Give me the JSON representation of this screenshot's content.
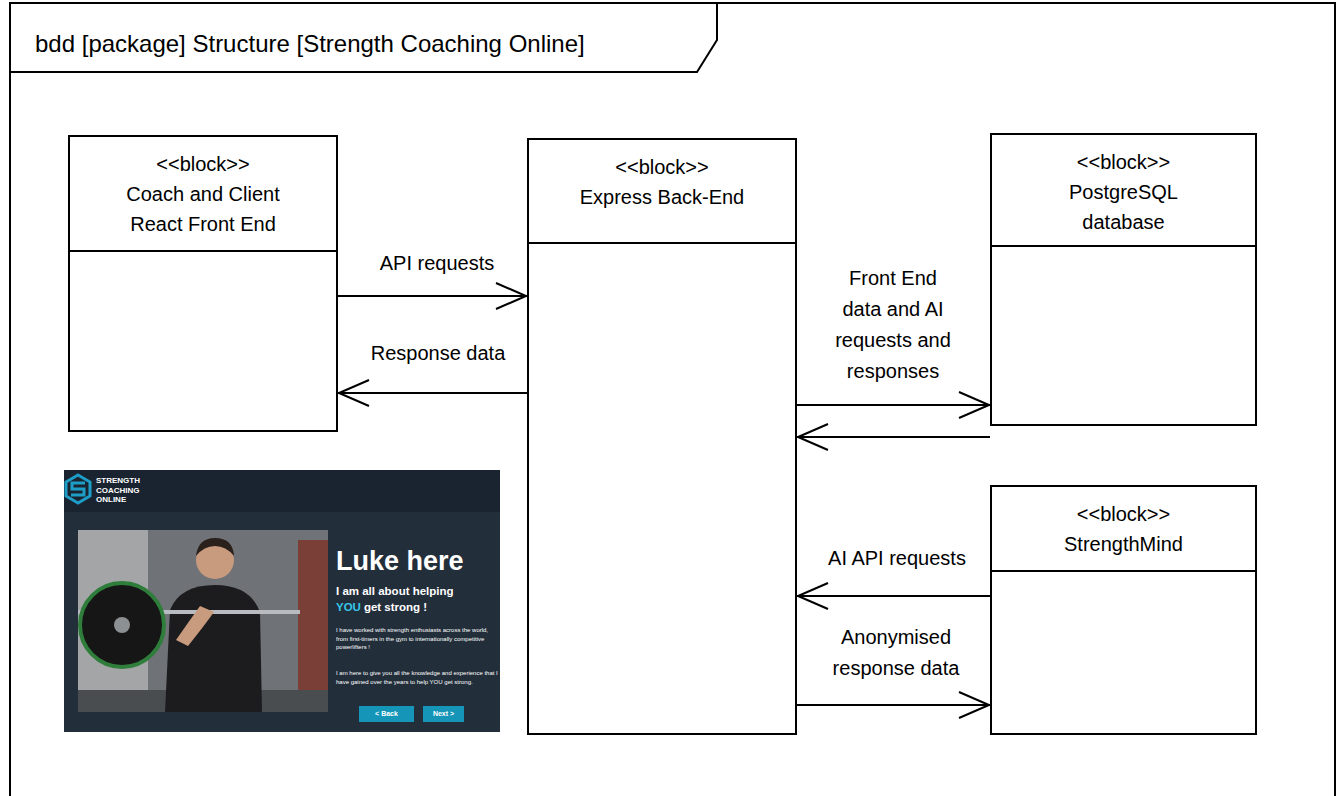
{
  "diagram": {
    "title": "bdd [package] Structure [Strength Coaching Online]",
    "nodes": [
      {
        "text": [
          "<<block>>",
          "Coach and Client React Front End"
        ]
      },
      {
        "text": [
          "<<block>>",
          "Express Back-End"
        ]
      },
      {
        "text": [
          "<<block>>",
          "PostgreSQL database"
        ]
      },
      {
        "text": [
          "<<block>>",
          "StrengthMind"
        ]
      }
    ],
    "edges": [
      {
        "from": 0,
        "to": 1,
        "arrow": "to",
        "label": "API requests"
      },
      {
        "from": 1,
        "to": 0,
        "arrow": "to",
        "label": "Response data"
      },
      {
        "from": 1,
        "to": 2,
        "arrow": "to",
        "label": "Front End data and AI requests and responses"
      },
      {
        "from": 2,
        "to": 1,
        "arrow": "to"
      },
      {
        "from": 3,
        "to": 1,
        "arrow": "to",
        "label": "AI API requests"
      },
      {
        "from": 1,
        "to": 3,
        "arrow": "to",
        "label": "Anonymised response data"
      }
    ],
    "labels": [
      "STRENGTH COACHING ONLINE",
      "Luke here",
      "I am all about helping",
      "YOU",
      "get strong !",
      "I have worked with strength enthusiasts across the world, from first-timers in the gym to internationally competitive powerlifters !",
      "I am here to give you all the knowledge and experience that I have gained over the years to help YOU get strong.",
      "< Back",
      "Next >"
    ]
  }
}
